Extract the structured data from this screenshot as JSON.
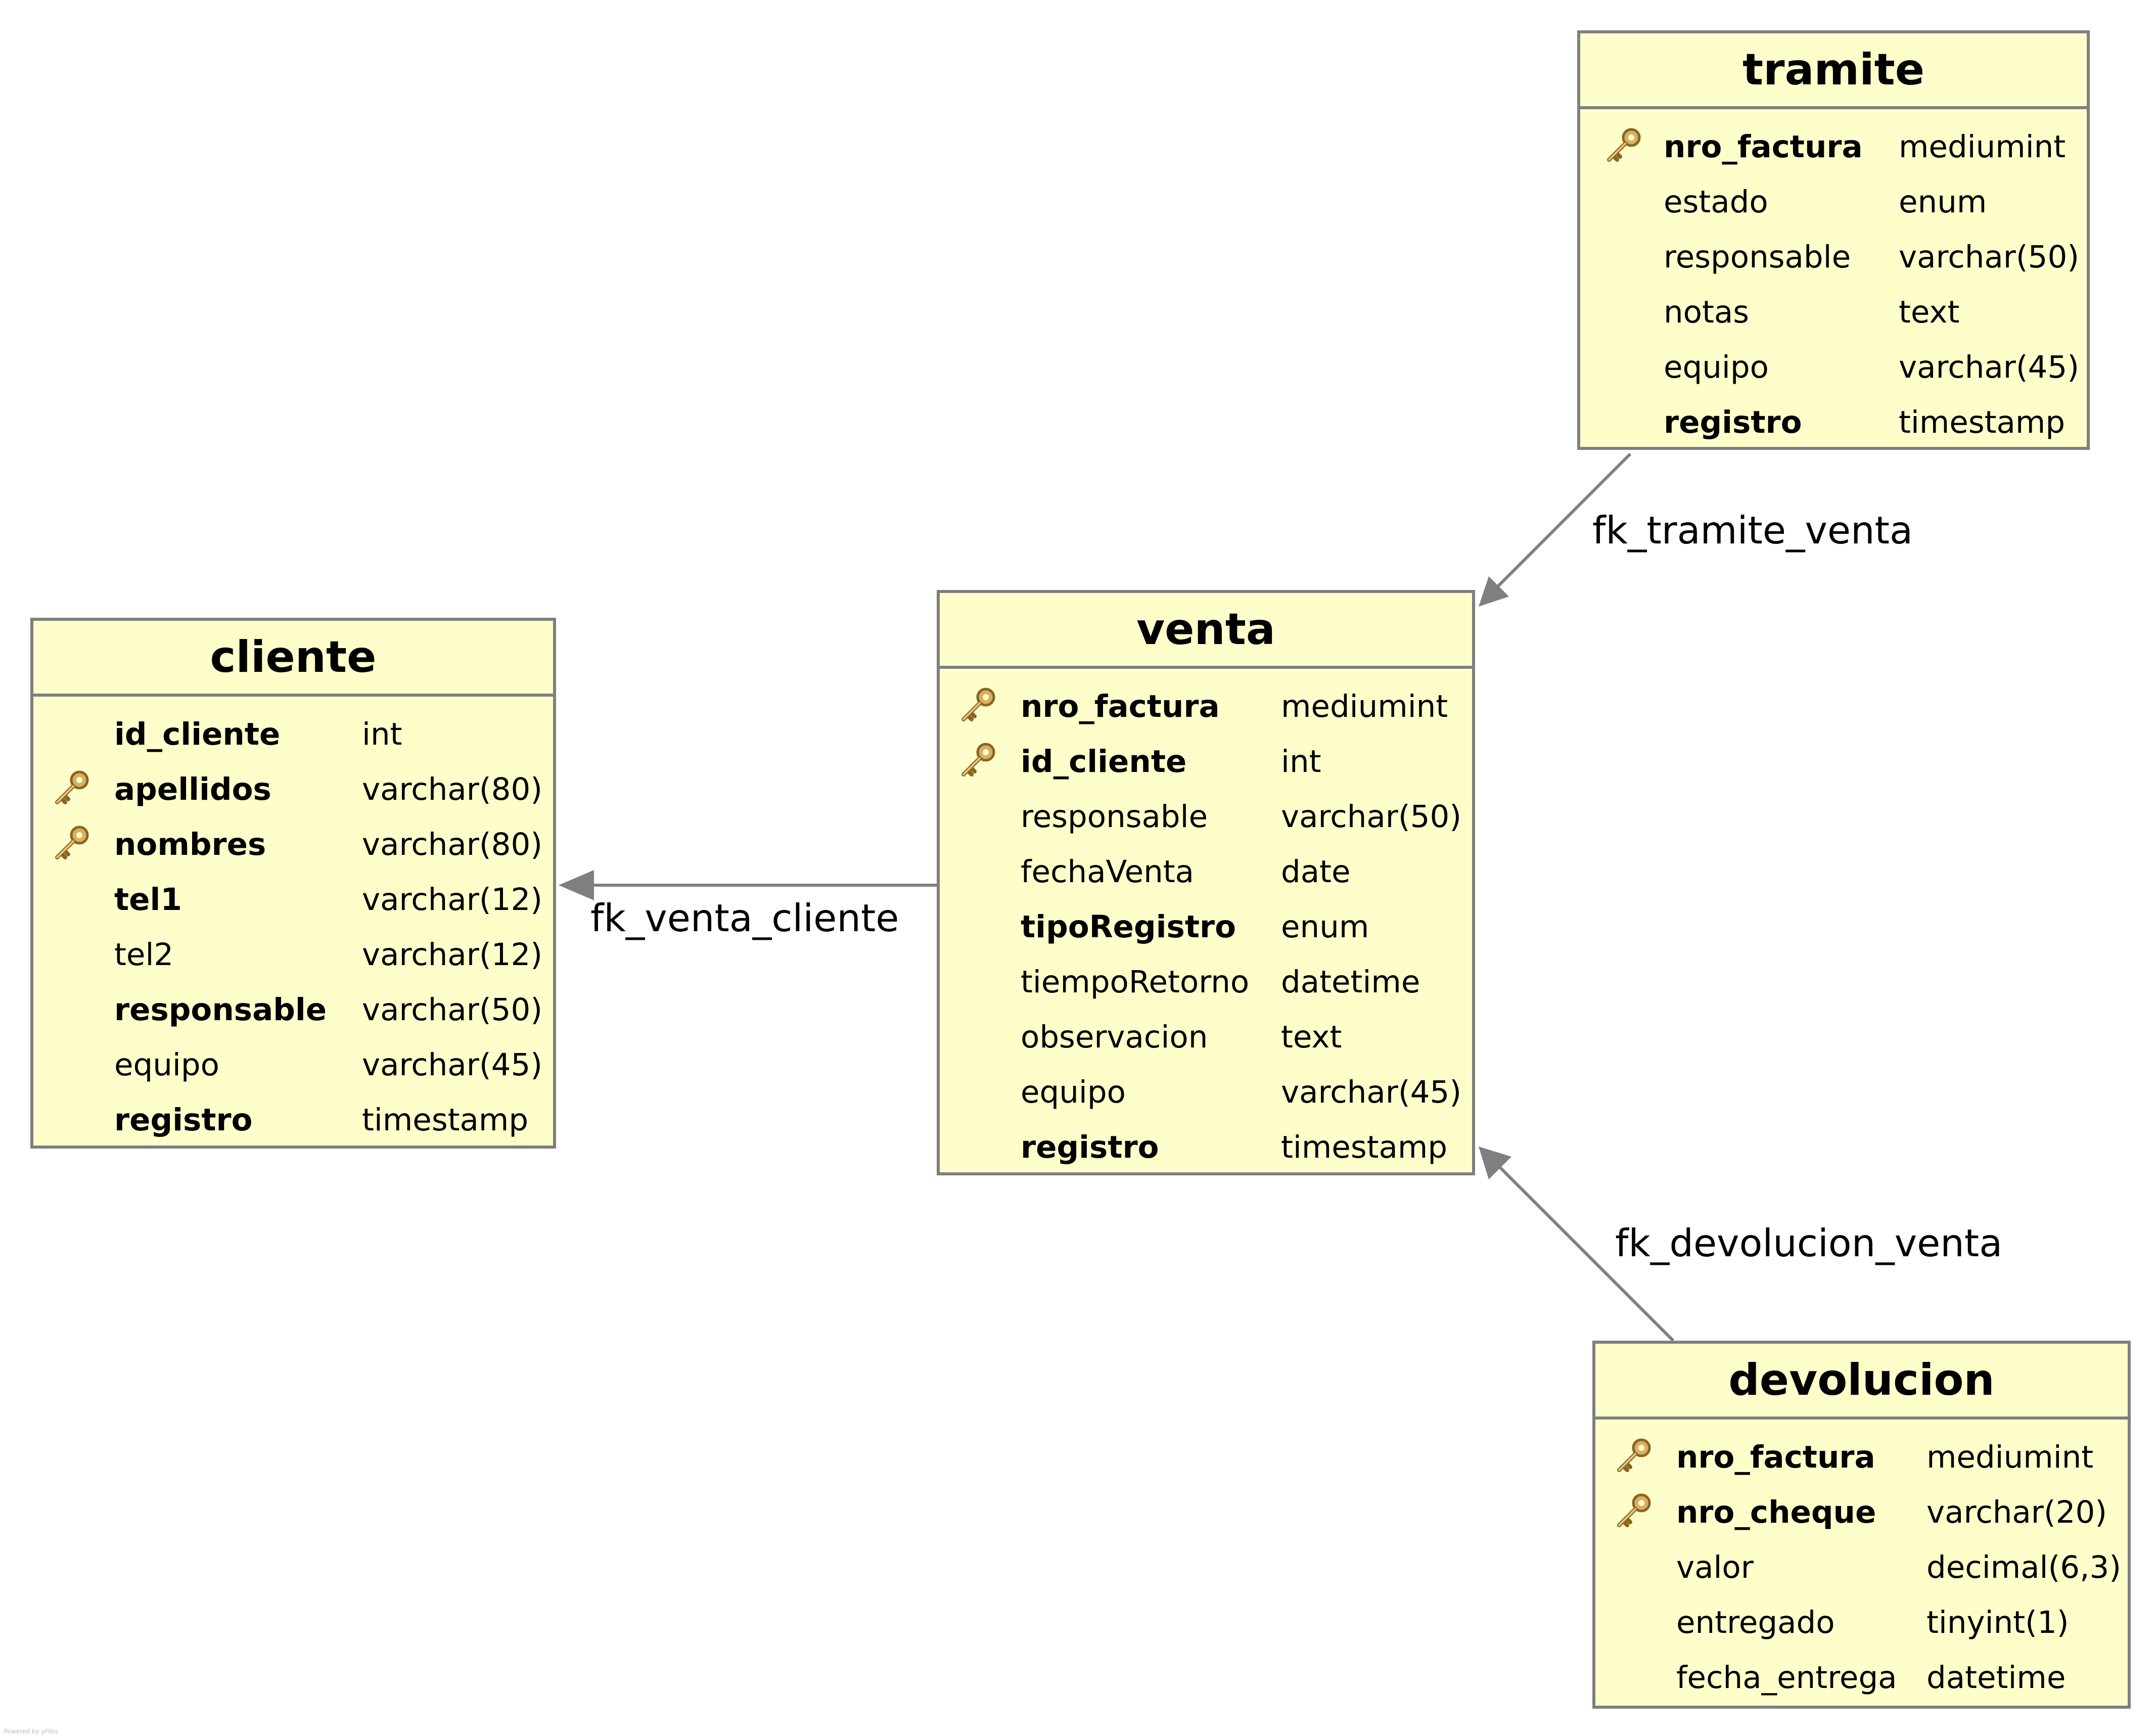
{
  "colors": {
    "entity_fill": "#fefecb",
    "border": "#7f7f7f",
    "connector": "#7f7f7f",
    "key_icon": "#c8a050"
  },
  "entities": {
    "tramite": {
      "name": "tramite",
      "columns": [
        {
          "name": "nro_factura",
          "type": "mediumint",
          "key": true,
          "bold": true
        },
        {
          "name": "estado",
          "type": "enum",
          "key": false,
          "bold": false
        },
        {
          "name": "responsable",
          "type": "varchar(50)",
          "key": false,
          "bold": false
        },
        {
          "name": "notas",
          "type": "text",
          "key": false,
          "bold": false
        },
        {
          "name": "equipo",
          "type": "varchar(45)",
          "key": false,
          "bold": false
        },
        {
          "name": "registro",
          "type": "timestamp",
          "key": false,
          "bold": true
        }
      ]
    },
    "venta": {
      "name": "venta",
      "columns": [
        {
          "name": "nro_factura",
          "type": "mediumint",
          "key": true,
          "bold": true
        },
        {
          "name": "id_cliente",
          "type": "int",
          "key": true,
          "bold": true
        },
        {
          "name": "responsable",
          "type": "varchar(50)",
          "key": false,
          "bold": false
        },
        {
          "name": "fechaVenta",
          "type": "date",
          "key": false,
          "bold": false
        },
        {
          "name": "tipoRegistro",
          "type": "enum",
          "key": false,
          "bold": true
        },
        {
          "name": "tiempoRetorno",
          "type": "datetime",
          "key": false,
          "bold": false
        },
        {
          "name": "observacion",
          "type": "text",
          "key": false,
          "bold": false
        },
        {
          "name": "equipo",
          "type": "varchar(45)",
          "key": false,
          "bold": false
        },
        {
          "name": "registro",
          "type": "timestamp",
          "key": false,
          "bold": true
        }
      ]
    },
    "cliente": {
      "name": "cliente",
      "columns": [
        {
          "name": "id_cliente",
          "type": "int",
          "key": false,
          "bold": true
        },
        {
          "name": "apellidos",
          "type": "varchar(80)",
          "key": true,
          "bold": true
        },
        {
          "name": "nombres",
          "type": "varchar(80)",
          "key": true,
          "bold": true
        },
        {
          "name": "tel1",
          "type": "varchar(12)",
          "key": false,
          "bold": true
        },
        {
          "name": "tel2",
          "type": "varchar(12)",
          "key": false,
          "bold": false
        },
        {
          "name": "responsable",
          "type": "varchar(50)",
          "key": false,
          "bold": true
        },
        {
          "name": "equipo",
          "type": "varchar(45)",
          "key": false,
          "bold": false
        },
        {
          "name": "registro",
          "type": "timestamp",
          "key": false,
          "bold": true
        }
      ]
    },
    "devolucion": {
      "name": "devolucion",
      "columns": [
        {
          "name": "nro_factura",
          "type": "mediumint",
          "key": true,
          "bold": true
        },
        {
          "name": "nro_cheque",
          "type": "varchar(20)",
          "key": true,
          "bold": true
        },
        {
          "name": "valor",
          "type": "decimal(6,3)",
          "key": false,
          "bold": false
        },
        {
          "name": "entregado",
          "type": "tinyint(1)",
          "key": false,
          "bold": false
        },
        {
          "name": "fecha_entrega",
          "type": "datetime",
          "key": false,
          "bold": false
        }
      ]
    }
  },
  "relations": {
    "tramite_venta": "fk_tramite_venta",
    "venta_cliente": "fk_venta_cliente",
    "devolucion_venta": "fk_devolucion_venta"
  },
  "watermark": "Powered by yFiles"
}
